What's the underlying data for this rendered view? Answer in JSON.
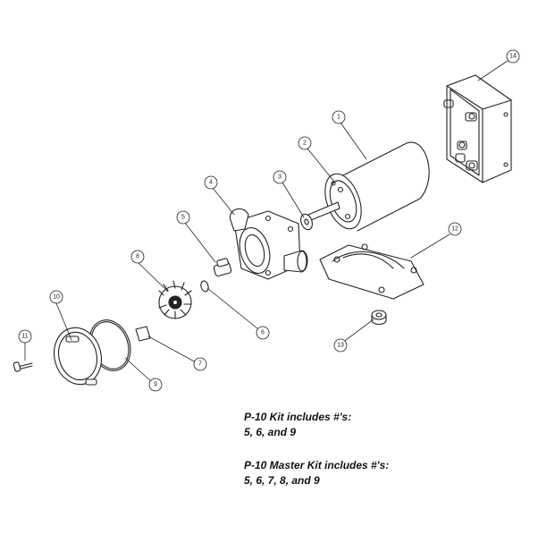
{
  "callouts": [
    "1",
    "2",
    "3",
    "4",
    "5",
    "6",
    "7",
    "8",
    "9",
    "10",
    "11",
    "12",
    "13",
    "14"
  ],
  "kits": [
    {
      "title": "P-10 Kit includes #'s:",
      "items": "5, 6,  and 9"
    },
    {
      "title": "P-10 Master Kit includes #'s:",
      "items": "5, 6, 7, 8, and 9"
    }
  ]
}
